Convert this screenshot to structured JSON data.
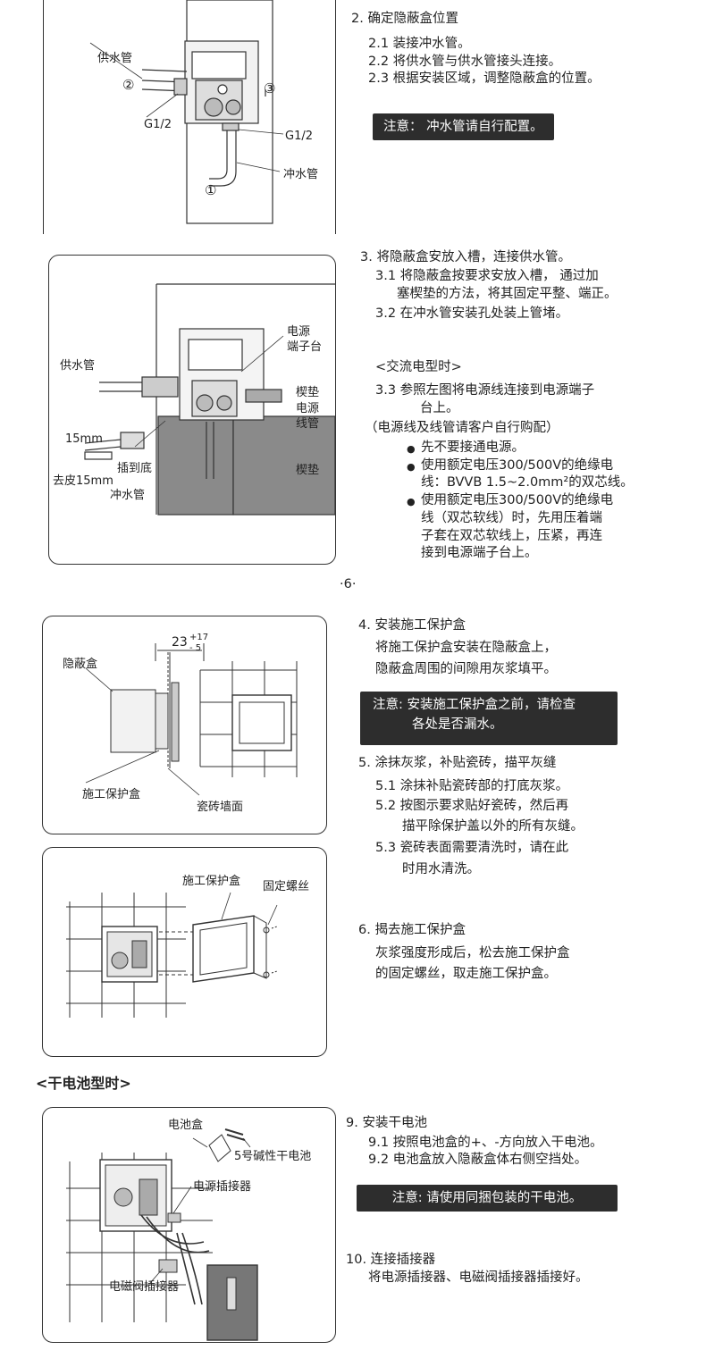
{
  "page_number": "·6·",
  "fig1": {
    "label_supply": "供水管",
    "label_g12_left": "G1/2",
    "label_g12_right": "G1/2",
    "label_flush": "冲水管",
    "num1": "①",
    "num2": "②",
    "num3": "③"
  },
  "step2": {
    "title": "2. 确定隐蔽盒位置",
    "items": [
      "2.1 装接冲水管。",
      "2.2 将供水管与供水管接头连接。",
      "2.3 根据安装区域，调整隐蔽盒的位置。"
    ],
    "note": "注意：  冲水管请自行配置。"
  },
  "fig2": {
    "label_supply": "供水管",
    "label_terminal": [
      "电源",
      "端子台"
    ],
    "label_wedge1": "楔垫",
    "label_conduit": [
      "电源",
      "线管"
    ],
    "label_wedge2": "楔垫",
    "label_15mm": "15mm",
    "label_insert": "插到底",
    "label_strip": "去皮15mm",
    "label_flush": "冲水管"
  },
  "step3": {
    "title": "3. 将隐蔽盒安放入槽，连接供水管。",
    "item1_a": "3.1 将隐蔽盒按要求安放入槽，  通过加",
    "item1_b": "塞楔垫的方法，将其固定平整、端正。",
    "item2": "3.2 在冲水管安装孔处装上管堵。",
    "ac_title": "<交流电型时>",
    "item3_a": "3.3  参照左图将电源线连接到电源端子",
    "item3_b": "台上。",
    "paren": "（电源线及线管请客户自行购配）",
    "bullets": [
      [
        "先不要接通电源。"
      ],
      [
        "使用额定电压300/500V的绝缘电",
        "线：BVVB 1.5~2.0mm²的双芯线。"
      ],
      [
        "使用额定电压300/500V的绝缘电",
        "线（双芯软线）时，先用压着端",
        "子套在双芯软线上，压紧，再连",
        "接到电源端子台上。"
      ]
    ]
  },
  "fig3": {
    "label_hidden_box": "隐蔽盒",
    "dim": "23",
    "tol_plus": "+17",
    "tol_minus": "- 5",
    "label_protect": "施工保护盒",
    "label_tile": "瓷砖墙面"
  },
  "step4": {
    "title": "4. 安装施工保护盒",
    "body": [
      "将施工保护盒安装在隐蔽盒上，",
      "隐蔽盒周围的间隙用灰浆填平。"
    ],
    "note": [
      "注意: 安装施工保护盒之前，请检查",
      "各处是否漏水。"
    ]
  },
  "step5": {
    "title": "5. 涂抹灰浆，补贴瓷砖，描平灰缝",
    "items": [
      "5.1 涂抹补贴瓷砖部的打底灰浆。",
      "5.2 按图示要求贴好瓷砖，然后再",
      "描平除保护盖以外的所有灰缝。",
      "5.3 瓷砖表面需要清洗时，请在此",
      "时用水清洗。"
    ]
  },
  "fig4": {
    "label_protect": "施工保护盒",
    "label_screw": "固定螺丝"
  },
  "step6": {
    "title": "6. 揭去施工保护盒",
    "body": [
      "灰浆强度形成后，松去施工保护盒",
      "的固定螺丝，取走施工保护盒。"
    ]
  },
  "battery_header": "<干电池型时>",
  "fig5": {
    "label_battery_box": "电池盒",
    "label_battery": "5号碱性干电池",
    "label_power_conn": "电源插接器",
    "label_valve_conn": "电磁阀插接器"
  },
  "step9": {
    "title": "9. 安装干电池",
    "items": [
      "9.1 按照电池盒的+、-方向放入干电池。",
      "9.2 电池盒放入隐蔽盒体右侧空挡处。"
    ],
    "note": "注意: 请使用同捆包装的干电池。"
  },
  "step10": {
    "title": "10. 连接插接器",
    "body": "将电源插接器、电磁阀插接器插接好。"
  }
}
